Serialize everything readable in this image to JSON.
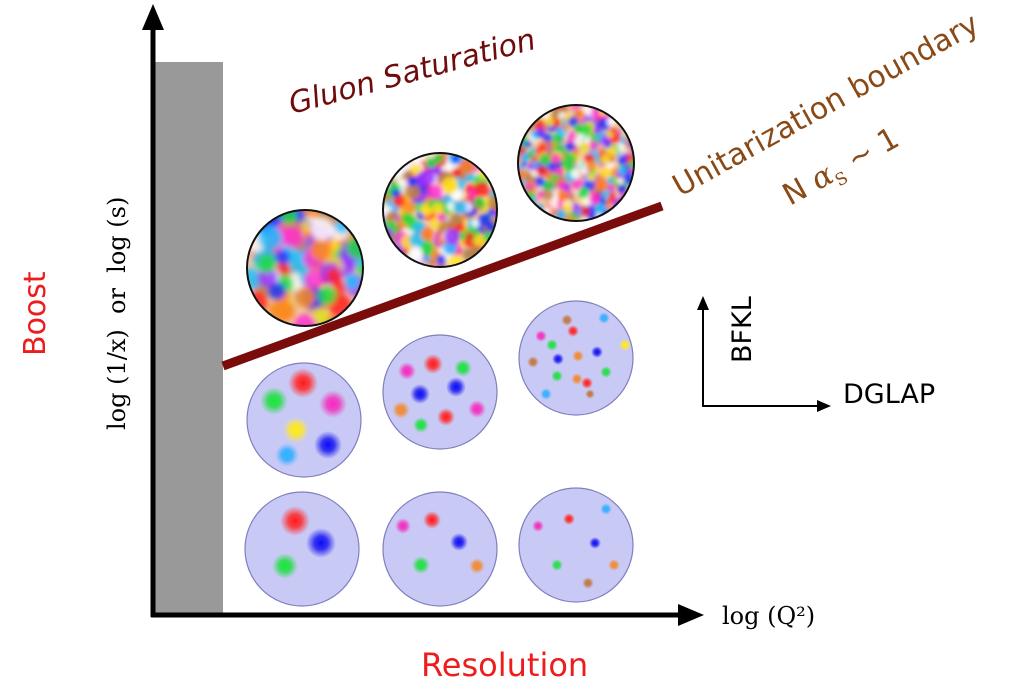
{
  "axes": {
    "x_label": "log (Q²)",
    "y_label": "log (1/x)  or  log (s)",
    "x_caption": "Resolution",
    "y_caption": "Boost"
  },
  "regions": {
    "saturation_label": "Gluon Saturation",
    "boundary_label_line1": "Unitarization boundary",
    "boundary_label_line2_prefix": "N ",
    "boundary_label_symbol": "α",
    "boundary_label_subscript": "S",
    "boundary_label_suffix": " ~ 1"
  },
  "evolution": {
    "vertical_label": "BFKL",
    "horizontal_label": "DGLAP"
  },
  "colors": {
    "axis": "#000000",
    "nonperturbative_band": "#999999",
    "boundary_line": "#7a0c0c",
    "saturation_text": "#6e0c0c",
    "boundary_text": "#8a4a17",
    "caption_red": "#ee1c1c",
    "proton_fill": "#c9c9f6",
    "proton_stroke": "#7f7fbf",
    "saturated_stroke": "#111111"
  }
}
